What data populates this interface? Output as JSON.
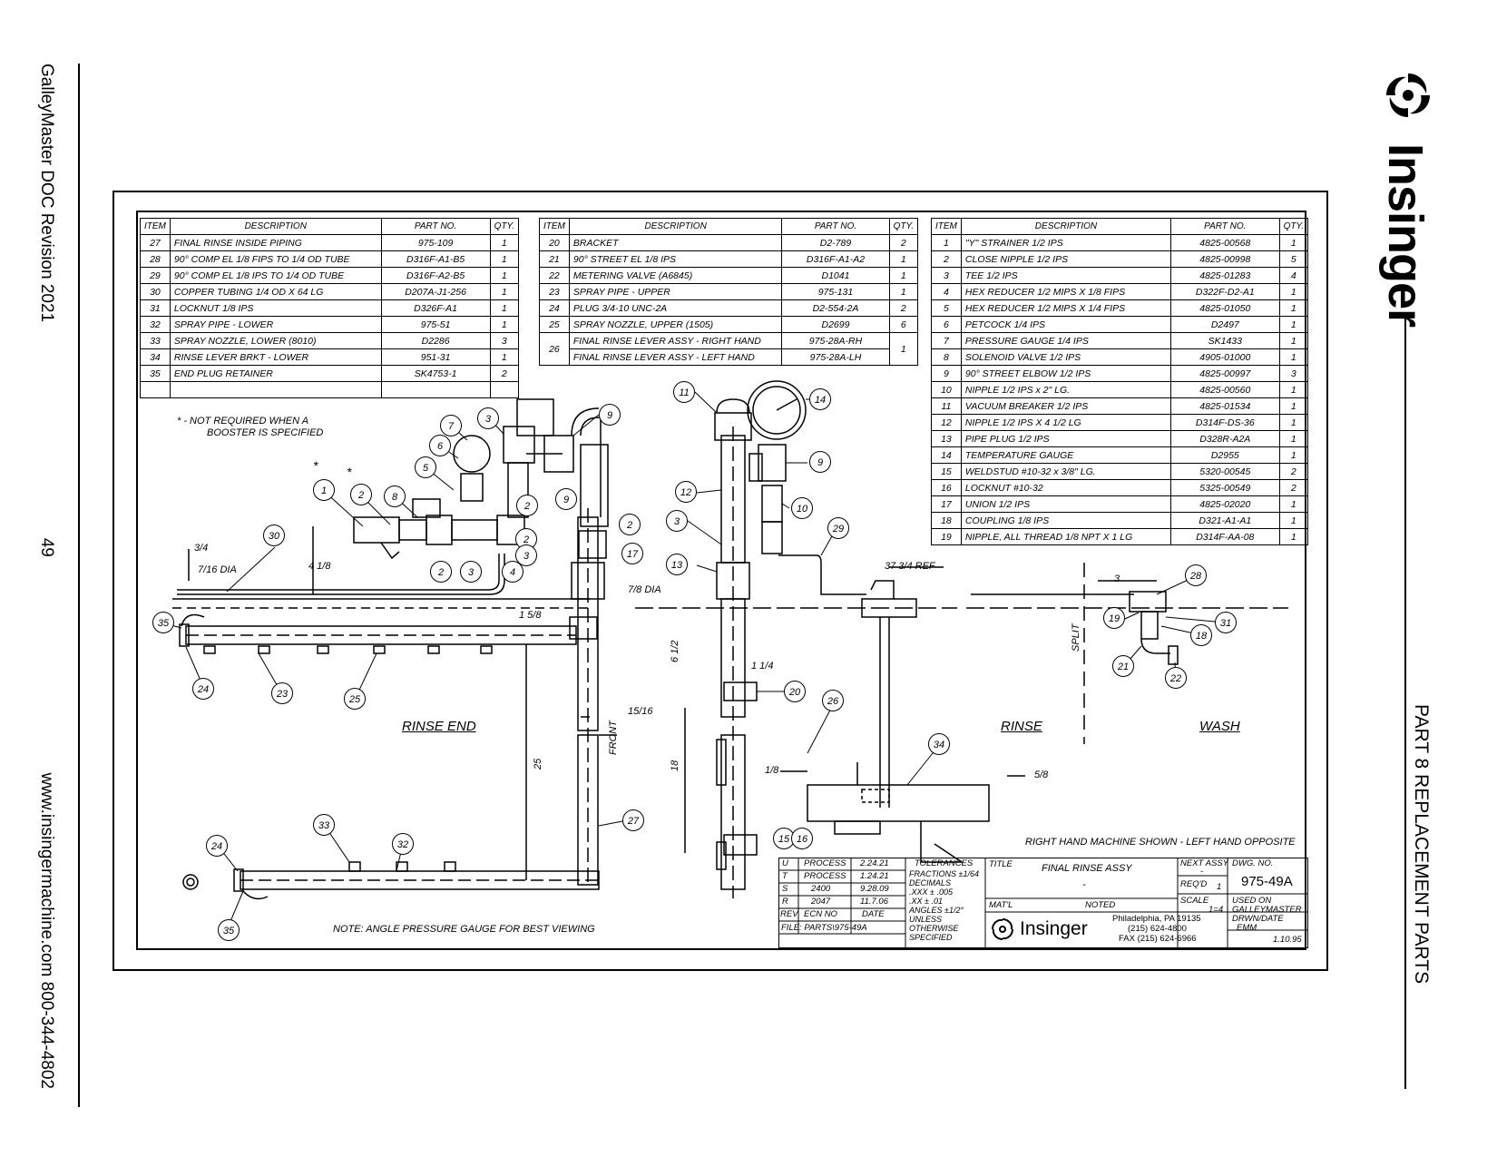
{
  "side_left": {
    "doc": "GalleyMaster  DOC Revision 2021",
    "page": "49",
    "web": "www.insingermachine.com   800-344-4802"
  },
  "side_right": {
    "brand": "Insinger",
    "part": "PART 8  REPLACEMENT PARTS"
  },
  "headers": {
    "item": "ITEM",
    "description": "DESCRIPTION",
    "part_no": "PART NO.",
    "qty": "QTY."
  },
  "table_a": [
    {
      "item": "27",
      "desc": "FINAL RINSE INSIDE PIPING",
      "part": "975-109",
      "qty": "1"
    },
    {
      "item": "28",
      "desc": "90° COMP EL 1/8 FIPS TO 1/4 OD TUBE",
      "part": "D316F-A1-B5",
      "qty": "1"
    },
    {
      "item": "29",
      "desc": "90° COMP EL 1/8 IPS TO 1/4 OD TUBE",
      "part": "D316F-A2-B5",
      "qty": "1"
    },
    {
      "item": "30",
      "desc": "COPPER TUBING 1/4 OD X 64 LG",
      "part": "D207A-J1-256",
      "qty": "1"
    },
    {
      "item": "31",
      "desc": "LOCKNUT 1/8 IPS",
      "part": "D326F-A1",
      "qty": "1"
    },
    {
      "item": "32",
      "desc": "SPRAY PIPE - LOWER",
      "part": "975-51",
      "qty": "1"
    },
    {
      "item": "33",
      "desc": "SPRAY NOZZLE, LOWER (8010)",
      "part": "D2286",
      "qty": "3"
    },
    {
      "item": "34",
      "desc": "RINSE LEVER BRKT - LOWER",
      "part": "951-31",
      "qty": "1"
    },
    {
      "item": "35",
      "desc": "END PLUG RETAINER",
      "part": "SK4753-1",
      "qty": "2"
    },
    {
      "item": "",
      "desc": "",
      "part": "",
      "qty": ""
    }
  ],
  "table_b": [
    {
      "item": "20",
      "desc": "BRACKET",
      "part": "D2-789",
      "qty": "2"
    },
    {
      "item": "21",
      "desc": "90° STREET EL 1/8 IPS",
      "part": "D316F-A1-A2",
      "qty": "1"
    },
    {
      "item": "22",
      "desc": "METERING VALVE (A6845)",
      "part": "D1041",
      "qty": "1"
    },
    {
      "item": "23",
      "desc": "SPRAY PIPE - UPPER",
      "part": "975-131",
      "qty": "1"
    },
    {
      "item": "24",
      "desc": "PLUG 3/4-10 UNC-2A",
      "part": "D2-554-2A",
      "qty": "2"
    },
    {
      "item": "25",
      "desc": "SPRAY NOZZLE, UPPER  (1505)",
      "part": "D2699",
      "qty": "6"
    }
  ],
  "table_b26": {
    "item": "26",
    "qty": "1",
    "rows": [
      {
        "desc": "FINAL RINSE LEVER ASSY - RIGHT HAND",
        "part": "975-28A-RH"
      },
      {
        "desc": "FINAL RINSE LEVER ASSY - LEFT HAND",
        "part": "975-28A-LH"
      }
    ]
  },
  "table_c": [
    {
      "item": "1",
      "desc": "\"Y\" STRAINER  1/2 IPS",
      "part": "4825-00568",
      "qty": "1"
    },
    {
      "item": "2",
      "desc": "CLOSE NIPPLE  1/2 IPS",
      "part": "4825-00998",
      "qty": "5"
    },
    {
      "item": "3",
      "desc": "TEE  1/2 IPS",
      "part": "4825-01283",
      "qty": "4"
    },
    {
      "item": "4",
      "desc": "HEX REDUCER 1/2 MIPS X 1/8 FIPS",
      "part": "D322F-D2-A1",
      "qty": "1"
    },
    {
      "item": "5",
      "desc": "HEX REDUCER  1/2 MIPS X 1/4 FIPS",
      "part": "4825-01050",
      "qty": "1"
    },
    {
      "item": "6",
      "desc": "PETCOCK  1/4 IPS",
      "part": "D2497",
      "qty": "1"
    },
    {
      "item": "7",
      "desc": "PRESSURE GAUGE  1/4 IPS",
      "part": "SK1433",
      "qty": "1"
    },
    {
      "item": "8",
      "desc": "SOLENOID VALVE  1/2 IPS",
      "part": "4905-01000",
      "qty": "1"
    },
    {
      "item": "9",
      "desc": "90° STREET ELBOW  1/2 IPS",
      "part": "4825-00997",
      "qty": "3"
    },
    {
      "item": "10",
      "desc": "NIPPLE  1/2 IPS x 2\" LG.",
      "part": "4825-00560",
      "qty": "1"
    },
    {
      "item": "11",
      "desc": "VACUUM BREAKER  1/2 IPS",
      "part": "4825-01534",
      "qty": "1"
    },
    {
      "item": "12",
      "desc": "NIPPLE 1/2 IPS X 4 1/2 LG",
      "part": "D314F-DS-36",
      "qty": "1"
    },
    {
      "item": "13",
      "desc": "PIPE PLUG  1/2 IPS",
      "part": "D328R-A2A",
      "qty": "1"
    },
    {
      "item": "14",
      "desc": "TEMPERATURE GAUGE",
      "part": "D2955",
      "qty": "1"
    },
    {
      "item": "15",
      "desc": "WELDSTUD  #10-32 x 3/8\" LG.",
      "part": "5320-00545",
      "qty": "2"
    },
    {
      "item": "16",
      "desc": "LOCKNUT  #10-32",
      "part": "5325-00549",
      "qty": "2"
    },
    {
      "item": "17",
      "desc": "UNION 1/2 IPS",
      "part": "4825-02020",
      "qty": "1"
    },
    {
      "item": "18",
      "desc": "COUPLING 1/8 IPS",
      "part": "D321-A1-A1",
      "qty": "1"
    },
    {
      "item": "19",
      "desc": "NIPPLE, ALL THREAD 1/8 NPT X 1 LG",
      "part": "D314F-AA-08",
      "qty": "1"
    }
  ],
  "notes": {
    "not_required": "* - NOT REQUIRED WHEN A",
    "not_required2": "BOOSTER IS SPECIFIED",
    "star": "*",
    "angle_note": "NOTE:  ANGLE PRESSURE GAUGE FOR BEST VIEWING",
    "hand_note": "RIGHT HAND MACHINE SHOWN - LEFT HAND OPPOSITE"
  },
  "labels": {
    "rinse_end": "RINSE END",
    "rinse": "RINSE",
    "wash": "WASH",
    "front": "FRONT",
    "split": "SPLIT"
  },
  "dims": {
    "d_3_4": "3/4",
    "d_7_16": "7/16 DIA",
    "d_4_1_8": "4 1/8",
    "d_1_5_8": "1 5/8",
    "d_7_8": "7/8 DIA",
    "d_6_1_2": "6 1/2",
    "d_1_1_4": "1 1/4",
    "d_15_16": "15/16",
    "d_25": "25",
    "d_18": "18",
    "d_37": "37 3/4 REF",
    "d_3": "3",
    "d_1_8": "1/8",
    "d_5_8": "5/8"
  },
  "balloons": [
    {
      "n": "1"
    },
    {
      "n": "2"
    },
    {
      "n": "8"
    },
    {
      "n": "5"
    },
    {
      "n": "6"
    },
    {
      "n": "7"
    },
    {
      "n": "3"
    },
    {
      "n": "2"
    },
    {
      "n": "9"
    },
    {
      "n": "2"
    },
    {
      "n": "3"
    },
    {
      "n": "4"
    },
    {
      "n": "2"
    },
    {
      "n": "3"
    },
    {
      "n": "9"
    },
    {
      "n": "2"
    },
    {
      "n": "17"
    },
    {
      "n": "30"
    },
    {
      "n": "35"
    },
    {
      "n": "24"
    },
    {
      "n": "23"
    },
    {
      "n": "25"
    },
    {
      "n": "27"
    },
    {
      "n": "33"
    },
    {
      "n": "32"
    },
    {
      "n": "24"
    },
    {
      "n": "35"
    },
    {
      "n": "11"
    },
    {
      "n": "14"
    },
    {
      "n": "9"
    },
    {
      "n": "12"
    },
    {
      "n": "10"
    },
    {
      "n": "3"
    },
    {
      "n": "29"
    },
    {
      "n": "13"
    },
    {
      "n": "20"
    },
    {
      "n": "26"
    },
    {
      "n": "34"
    },
    {
      "n": "15"
    },
    {
      "n": "16"
    },
    {
      "n": "28"
    },
    {
      "n": "19"
    },
    {
      "n": "31"
    },
    {
      "n": "18"
    },
    {
      "n": "21"
    },
    {
      "n": "22"
    }
  ],
  "revisions": [
    {
      "rev": "U",
      "ecn": "PROCESS",
      "date": "2.24.21"
    },
    {
      "rev": "T",
      "ecn": "PROCESS",
      "date": "1.24.21"
    },
    {
      "rev": "S",
      "ecn": "2400",
      "date": "9.28.09"
    },
    {
      "rev": "R",
      "ecn": "2047",
      "date": "11.7.06"
    }
  ],
  "title_block": {
    "rev_h": "REV",
    "ecn_h": "ECN NO",
    "date_h": "DATE",
    "file": "FILE: PARTS\\975-49A",
    "tol_h": "TOLERANCES",
    "tol1": "FRACTIONS ±1/64",
    "tol2": "DECIMALS",
    "tol3": ".XXX ± .005",
    "tol4": ".XX  ± .01",
    "tol5": "ANGLES ±1/2°",
    "tol6": "UNLESS",
    "tol7": "OTHERWISE",
    "tol8": "SPECIFIED",
    "title_h": "TITLE",
    "title": "FINAL RINSE ASSY",
    "title_dash": "-",
    "matl_h": "MAT'L",
    "matl": "NOTED",
    "next_h": "NEXT ASSY",
    "next_v": "-",
    "reqd_h": "REQ'D",
    "reqd": "1",
    "dwg_h": "DWG. NO.",
    "dwg": "975-49A",
    "scale_h": "SCALE",
    "scale": "1=4",
    "used_h": "USED ON",
    "used": "GALLEYMASTER",
    "drwn_h": "DRWN/DATE",
    "drwn": "EMM",
    "drwn_date": "1.10.95",
    "company": "Insinger",
    "addr1": "Philadelphia, PA 19135",
    "addr2": "(215) 624-4800",
    "addr3": "FAX (215) 624-6966"
  },
  "colors": {
    "ink": "#000000",
    "paper": "#ffffff"
  }
}
